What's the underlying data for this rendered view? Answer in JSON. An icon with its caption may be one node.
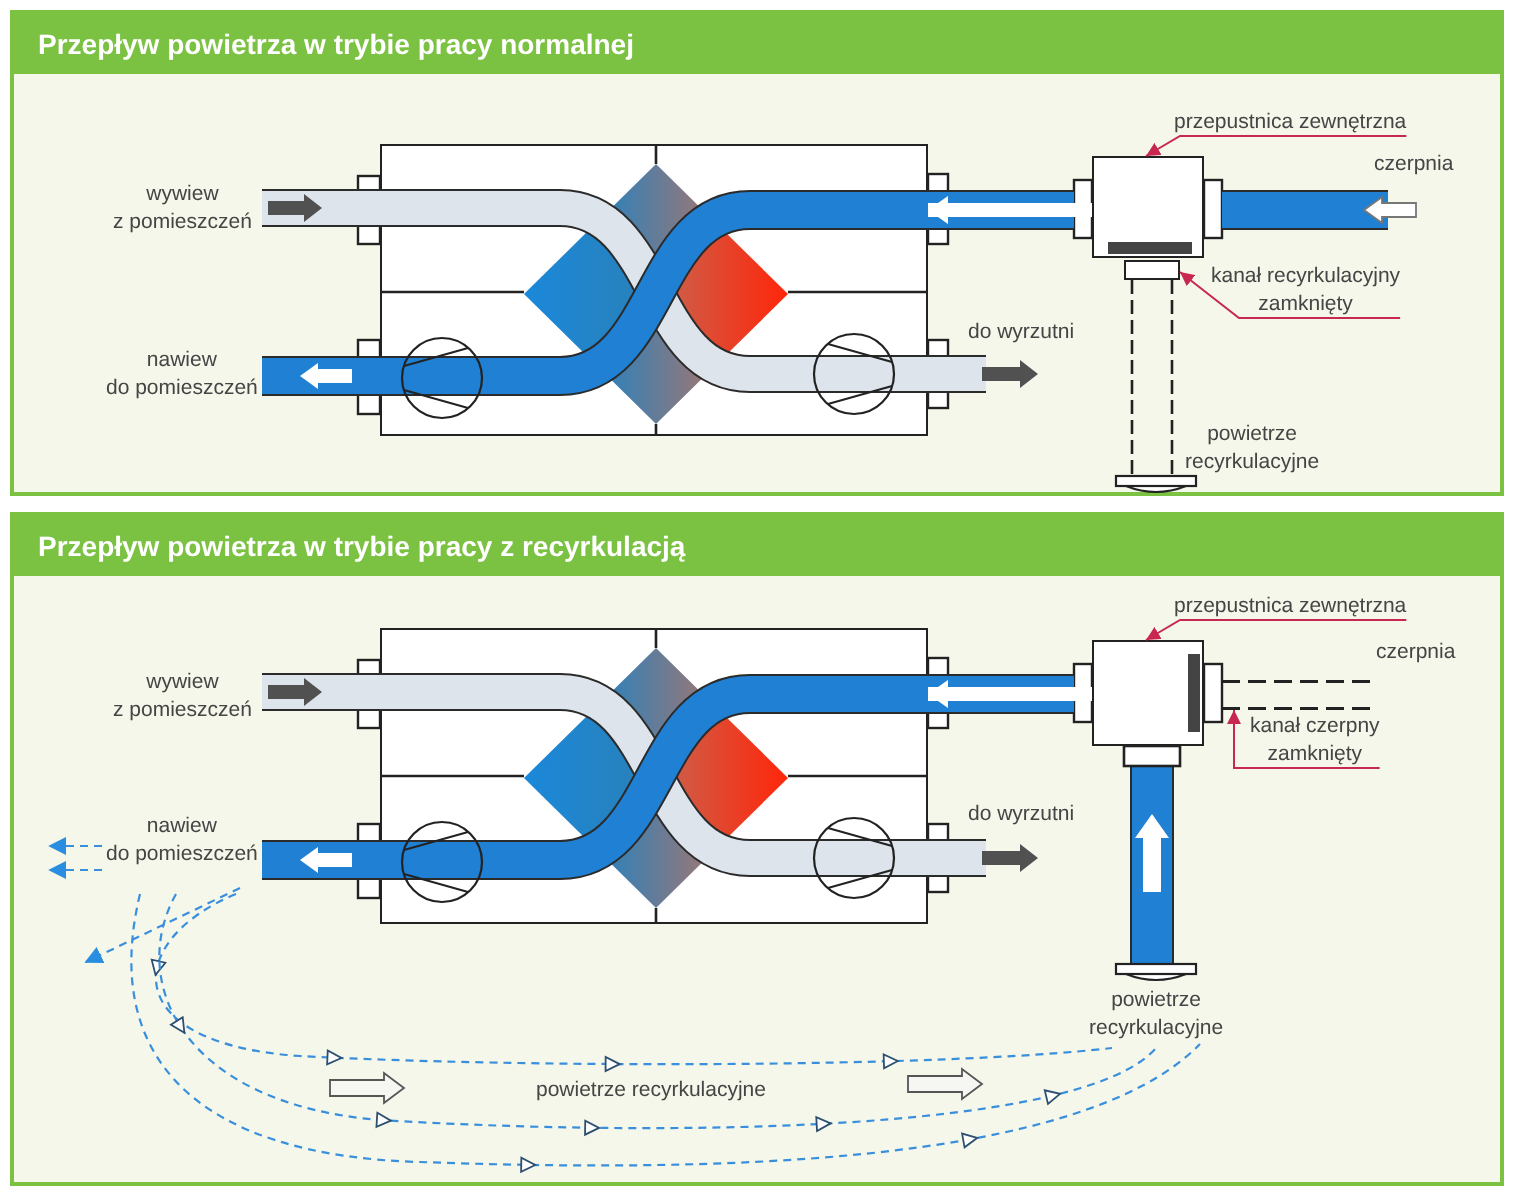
{
  "diagram": {
    "nodes": [
      {
        "text": [
          "Przepływ powietrza w trybie pracy normalnej"
        ]
      },
      {
        "text": [],
        "shape": "box",
        "in": 0
      },
      {
        "text": [],
        "shape": "box",
        "in": 0
      },
      {
        "text": [
          "przepustnica zewnętrzna"
        ],
        "in": 0
      },
      {
        "text": [],
        "shape": "box",
        "in": 0
      },
      {
        "text": [
          "kanał recyrkulacyjny zamknięty"
        ],
        "in": 0
      },
      {
        "text": [
          "Przepływ powietrza w trybie pracy z recyrkulacją"
        ]
      },
      {
        "text": [],
        "shape": "box",
        "in": 6
      },
      {
        "text": [],
        "shape": "box",
        "in": 6
      },
      {
        "text": [
          "przepustnica zewnętrzna"
        ],
        "in": 6
      },
      {
        "text": [],
        "shape": "box",
        "in": 6
      },
      {
        "text": [
          "kanał czerpny zamknięty"
        ],
        "in": 6
      }
    ],
    "edges": [
      {
        "from": 3,
        "to": 2,
        "arrow": "to"
      },
      {
        "from": 5,
        "to": 4,
        "arrow": "to"
      },
      {
        "from": 9,
        "to": 8,
        "arrow": "to"
      },
      {
        "from": 11,
        "to": 10,
        "arrow": "to"
      },
      {
        "from": 2,
        "to": 1,
        "arrow": "to",
        "style": "thick",
        "color": "#ffffff"
      },
      {
        "from": 8,
        "to": 7,
        "arrow": "to",
        "style": "thick",
        "color": "#ffffff"
      }
    ],
    "labels": [
      "wywiew z pomieszczeń",
      "czerpnia",
      "do wyrzutni",
      "nawiew do pomieszczeń",
      "powietrze recyrkulacyjne",
      "wywiew z pomieszczeń",
      "czerpnia",
      "do wyrzutni",
      "nawiew do pomieszczeń",
      "powietrze recyrkulacyjne",
      "powietrze recyrkulacyjne"
    ]
  }
}
